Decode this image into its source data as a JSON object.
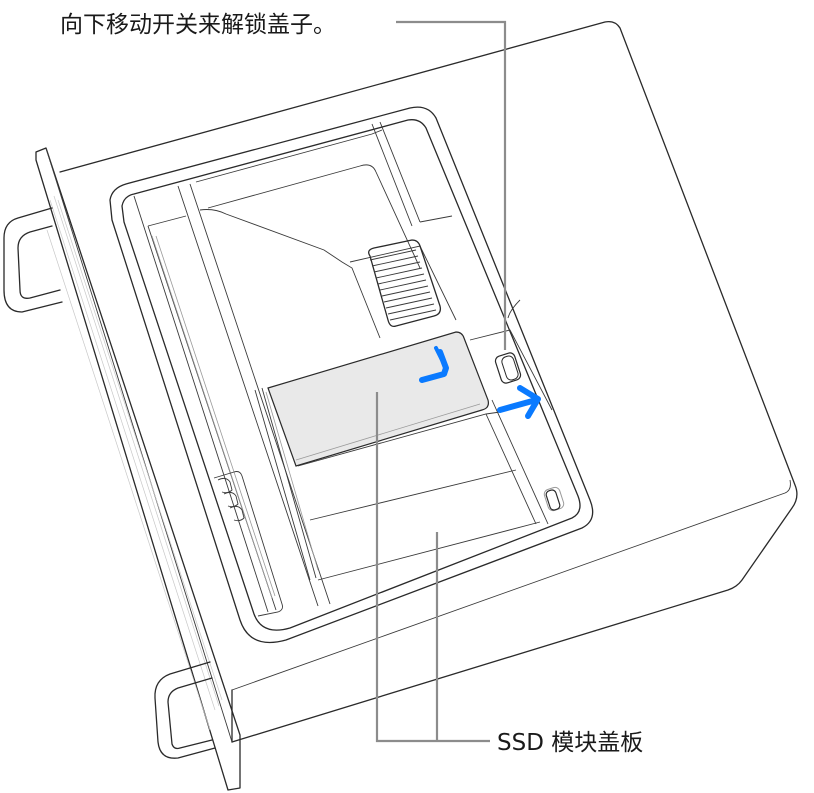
{
  "figure": {
    "subject": "Mac Pro (rack) with top cover open, showing SSD module cover",
    "callouts": {
      "top": {
        "text": "向下移动开关来解锁盖子。",
        "target": "lock-switch"
      },
      "bottom": {
        "text": "SSD 模块盖板",
        "target": "ssd-module-cover"
      }
    },
    "icons": {
      "arrow_down_left": "blue curved arrow on SSD cover indicating slide direction",
      "arrow_right": "blue arrow indicating cover slide to the right"
    },
    "colors": {
      "outline": "#2a2a2a",
      "leader_line": "#8c8c8c",
      "accent_arrow": "#0a7aff",
      "ssd_cover_fill": "#e9e9e9",
      "background": "#ffffff"
    }
  }
}
